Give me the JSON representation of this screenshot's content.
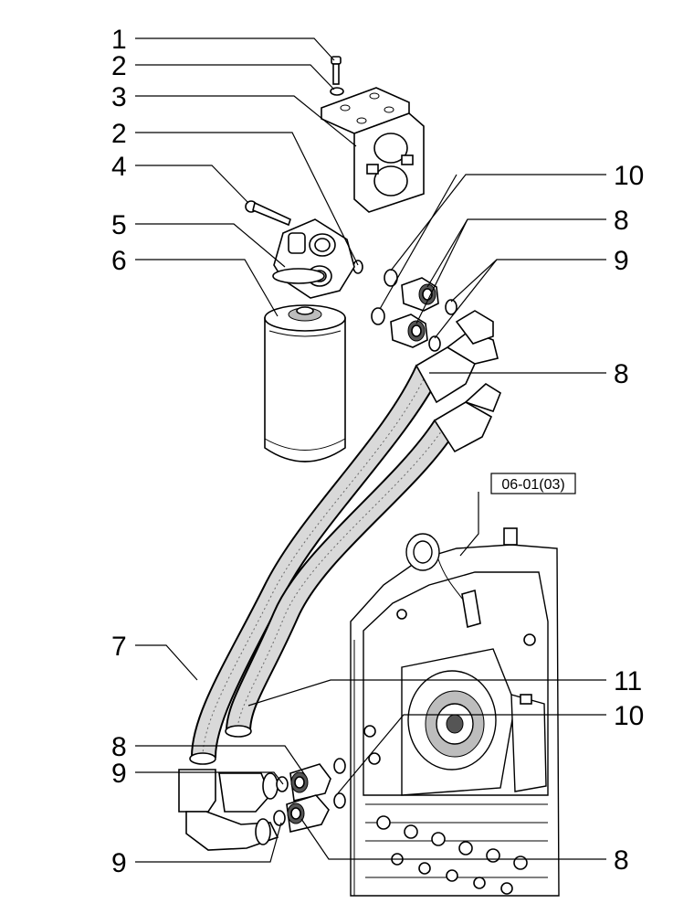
{
  "diagram": {
    "callouts": [
      {
        "id": "c1",
        "label": "1"
      },
      {
        "id": "c2a",
        "label": "2"
      },
      {
        "id": "c3",
        "label": "3"
      },
      {
        "id": "c2b",
        "label": "2"
      },
      {
        "id": "c4",
        "label": "4"
      },
      {
        "id": "c5",
        "label": "5"
      },
      {
        "id": "c6",
        "label": "6"
      },
      {
        "id": "c10a",
        "label": "10"
      },
      {
        "id": "c8a",
        "label": "8"
      },
      {
        "id": "c9a",
        "label": "9"
      },
      {
        "id": "c8b",
        "label": "8"
      },
      {
        "id": "c7",
        "label": "7"
      },
      {
        "id": "c11",
        "label": "11"
      },
      {
        "id": "c10b",
        "label": "10"
      },
      {
        "id": "c8c",
        "label": "8"
      },
      {
        "id": "c9b",
        "label": "9"
      },
      {
        "id": "c9c",
        "label": "9"
      },
      {
        "id": "c8d",
        "label": "8"
      }
    ],
    "reference_box": "06-01(03)"
  }
}
